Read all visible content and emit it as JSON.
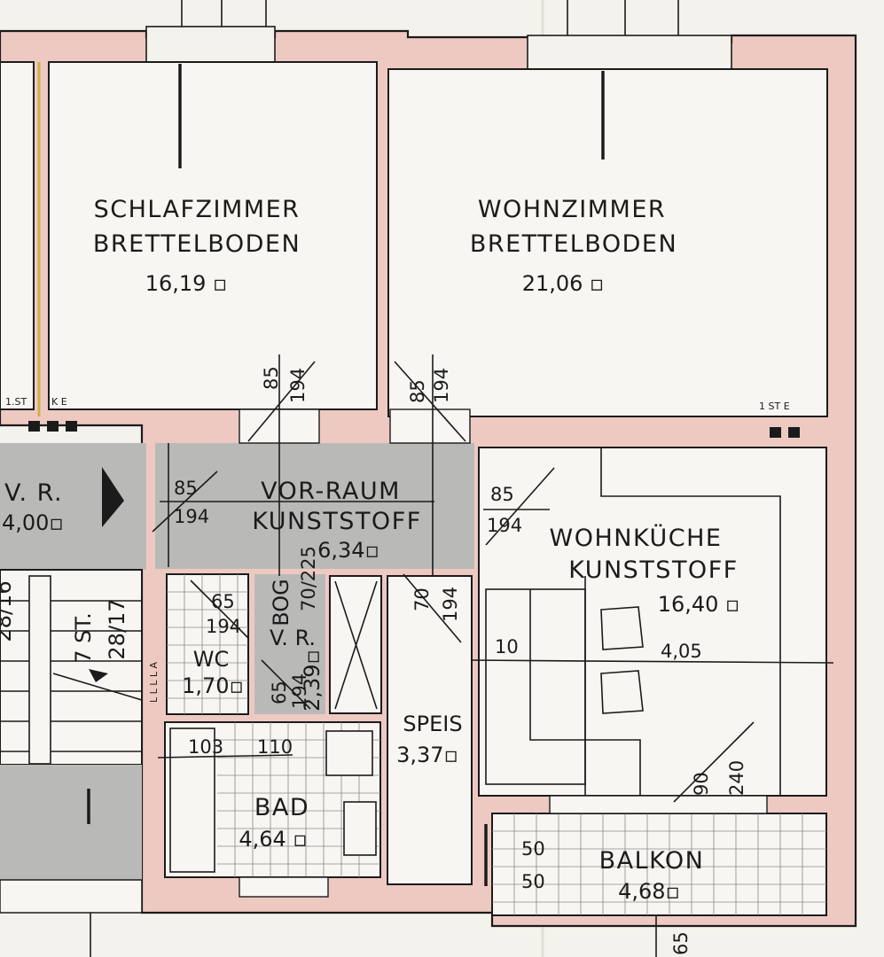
{
  "rooms": {
    "schlafzimmer": {
      "name": "SCHLAFZIMMER",
      "floor": "BRETTELBODEN",
      "area": "16,19 ▫"
    },
    "wohnzimmer": {
      "name": "WOHNZIMMER",
      "floor": "BRETTELBODEN",
      "area": "21,06 ▫"
    },
    "vorraum": {
      "name": "VOR-RAUM",
      "floor": "KUNSTSTOFF",
      "area": "6,34▫"
    },
    "wohnkueche": {
      "name": "WOHNKÜCHE",
      "floor": "KUNSTSTOFF",
      "area": "16,40 ▫"
    },
    "stair_vr": {
      "name": "V. R.",
      "area": "4,00▫"
    },
    "wc": {
      "name": "WC",
      "area": "1,70▫"
    },
    "vr_small": {
      "name": "V. R.",
      "area": "2,39▫"
    },
    "speis": {
      "name": "SPEIS",
      "area": "3,37▫"
    },
    "bad": {
      "name": "BAD",
      "area": "4,64 ▫"
    },
    "balkon": {
      "name": "BALKON",
      "area": "4,68▫"
    }
  },
  "labels": {
    "marker_left": "1.ST",
    "marker_ke": "K E",
    "marker_right": "1 ST  E",
    "bog": "BOG",
    "stairs_steps": "7 ST.",
    "stairs_ratio": "28/17",
    "stairs_ratio_left": "28/16",
    "wc_side": "L L L L A"
  },
  "dimensions": {
    "door_sz_w": "85",
    "door_sz_h": "194",
    "door_wz_w": "85",
    "door_wz_h": "194",
    "door_vr_w": "85",
    "door_vr_h": "194",
    "door_kitchen_w": "85",
    "door_kitchen_h": "194",
    "door_wc_w": "65",
    "door_wc_h": "194",
    "door_bog": "70/225",
    "door_vrs_w": "65",
    "door_vrs_h": "194",
    "door_speis_w": "70",
    "door_speis_h": "194",
    "bad_d1": "103",
    "bad_d2": "110",
    "kitchen_wall": "10",
    "kitchen_width": "4,05",
    "window_w": "90",
    "window_h": "240",
    "balcony_a": "50",
    "balcony_b": "50",
    "bottom_dim": "65"
  }
}
